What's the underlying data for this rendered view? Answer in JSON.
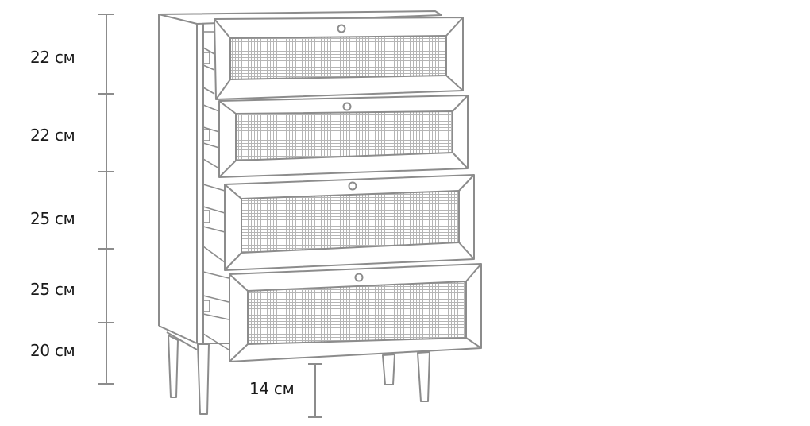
{
  "diagram": {
    "subject": "chest-of-drawers",
    "line_color": "#8c8c8c",
    "section_heights": [
      {
        "label": "22 см",
        "value_cm": 22
      },
      {
        "label": "22 см",
        "value_cm": 22
      },
      {
        "label": "25 см",
        "value_cm": 25
      },
      {
        "label": "25 см",
        "value_cm": 25
      },
      {
        "label": "20 см",
        "value_cm": 20
      }
    ],
    "leg_height": {
      "label": "14 см",
      "value_cm": 14
    },
    "drawer_count": 4
  }
}
